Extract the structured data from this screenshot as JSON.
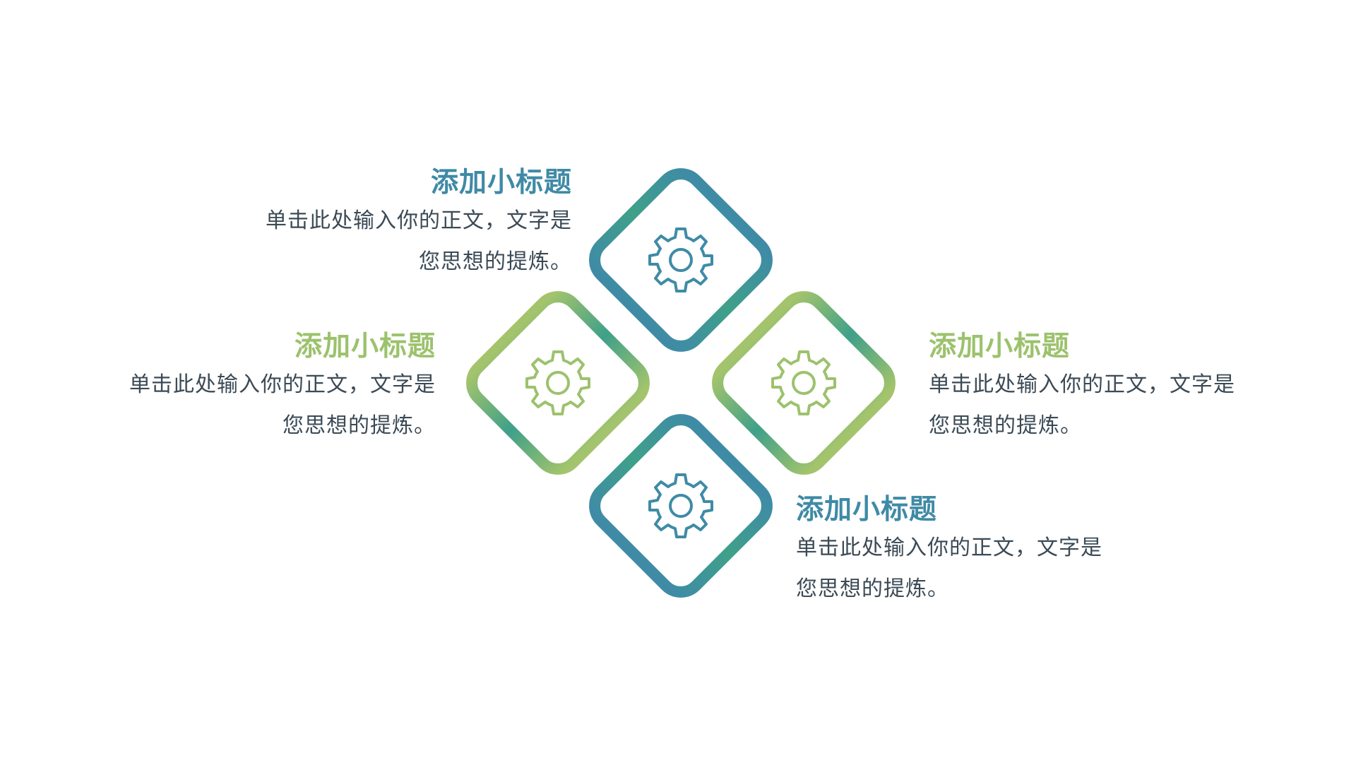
{
  "colors": {
    "teal": "#3f8ba6",
    "teal_green": "#3fa089",
    "green": "#9cc26d",
    "title_teal": "#3f8aa6",
    "title_green": "#9cc26d",
    "body_text": "#3b4a55"
  },
  "diagram": {
    "shapes": [
      {
        "name": "diamond-top",
        "icon": "gear-icon",
        "color": "teal"
      },
      {
        "name": "diamond-left",
        "icon": "gear-icon",
        "color": "green"
      },
      {
        "name": "diamond-right",
        "icon": "gear-icon",
        "color": "green"
      },
      {
        "name": "diamond-bottom",
        "icon": "gear-icon",
        "color": "teal"
      }
    ]
  },
  "blocks": {
    "top": {
      "title": "添加小标题",
      "line1": "单击此处输入你的正文，文字是",
      "line2": "您思想的提炼。"
    },
    "left": {
      "title": "添加小标题",
      "line1": "单击此处输入你的正文，文字是",
      "line2": "您思想的提炼。"
    },
    "right": {
      "title": "添加小标题",
      "line1": "单击此处输入你的正文，文字是",
      "line2": "您思想的提炼。"
    },
    "bottom": {
      "title": "添加小标题",
      "line1": "单击此处输入你的正文，文字是",
      "line2": "您思想的提炼。"
    }
  }
}
